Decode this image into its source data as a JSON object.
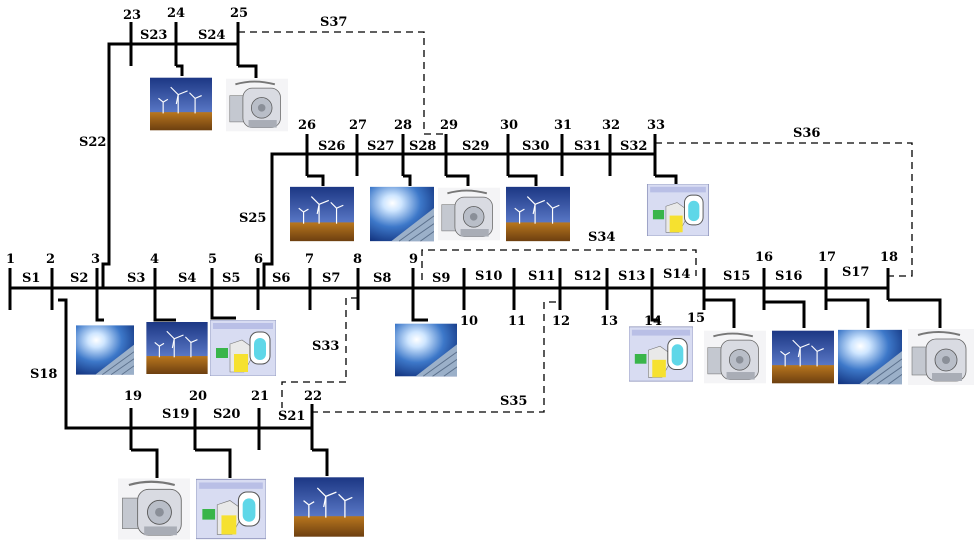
{
  "bus_labels": [
    "1",
    "2",
    "3",
    "4",
    "5",
    "6",
    "7",
    "8",
    "9",
    "10",
    "11",
    "12",
    "13",
    "14",
    "15",
    "16",
    "17",
    "18",
    "19",
    "20",
    "21",
    "22",
    "23",
    "24",
    "25",
    "26",
    "27",
    "28",
    "29",
    "30",
    "31",
    "32",
    "33"
  ],
  "switch_labels": [
    "S1",
    "S2",
    "S3",
    "S4",
    "S5",
    "S6",
    "S7",
    "S8",
    "S9",
    "S10",
    "S11",
    "S12",
    "S13",
    "S14",
    "S15",
    "S16",
    "S17",
    "S18",
    "S19",
    "S20",
    "S21",
    "S22",
    "S23",
    "S24",
    "S25",
    "S26",
    "S27",
    "S28",
    "S29",
    "S30",
    "S31",
    "S32",
    "S33",
    "S34",
    "S35",
    "S36",
    "S37"
  ],
  "device_types": {
    "pv": "solar panel",
    "wind": "wind turbine",
    "mt": "micro turbine",
    "fc": "fuel cell"
  },
  "colors": {
    "line": "#000000",
    "sky": "#2f4fa6",
    "field": "#b8761e",
    "pv_sun": "#ffffff",
    "fc_bg": "#d7dbf0"
  }
}
